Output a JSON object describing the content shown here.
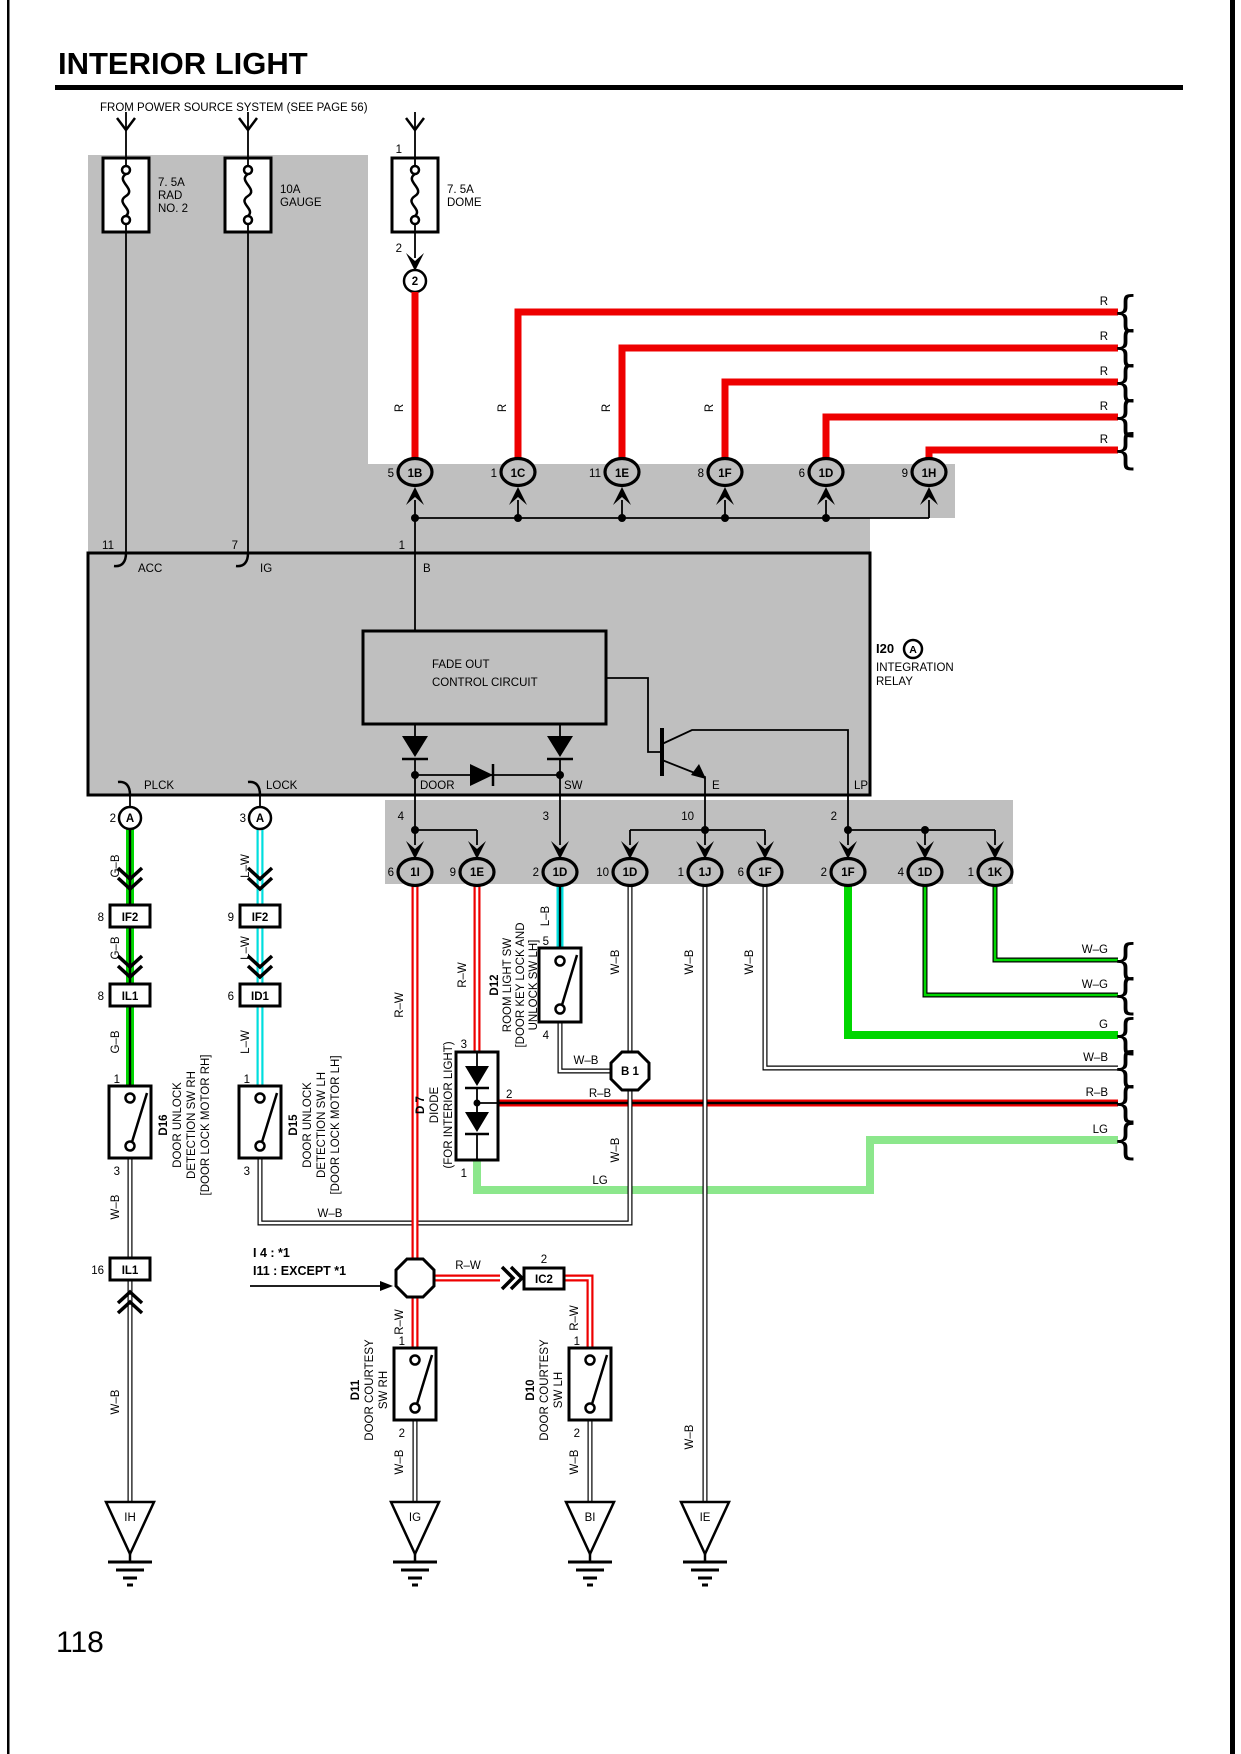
{
  "page": {
    "title": "INTERIOR LIGHT",
    "number": "118",
    "source_note": "FROM POWER SOURCE SYSTEM (SEE PAGE 56)"
  },
  "colors": {
    "red": "#ee0000",
    "green": "#00d600",
    "light_green": "#8ce78c",
    "cyan": "#00dede",
    "gray": "#bfbfbf"
  },
  "w": {
    "r": "R",
    "rw": "R–W",
    "rb": "R–B",
    "gb": "G–B",
    "lw": "L–W",
    "lb": "L–B",
    "wb": "W–B",
    "wg": "W–G",
    "g": "G",
    "lg": "LG"
  },
  "fuses": {
    "rad": {
      "amp": "7. 5A",
      "line1": "RAD",
      "line2": "NO. 2"
    },
    "gauge": {
      "amp": "10A",
      "line1": "GAUGE"
    },
    "dome": {
      "amp": "7. 5A",
      "line1": "DOME",
      "pin_top": "1",
      "pin_bottom": "2",
      "splice": "2"
    }
  },
  "row1": [
    {
      "pin": "5",
      "id": "1B"
    },
    {
      "pin": "1",
      "id": "1C"
    },
    {
      "pin": "11",
      "id": "1E"
    },
    {
      "pin": "8",
      "id": "1F"
    },
    {
      "pin": "6",
      "id": "1D"
    },
    {
      "pin": "9",
      "id": "1H"
    }
  ],
  "relay": {
    "id": "I20",
    "badge": "A",
    "name1": "INTEGRATION",
    "name2": "RELAY",
    "fade1": "FADE OUT",
    "fade2": "CONTROL CIRCUIT",
    "acc": "ACC",
    "ig": "IG",
    "b": "B",
    "plck": "PLCK",
    "lock": "LOCK",
    "door": "DOOR",
    "sw": "SW",
    "e": "E",
    "lp": "LP",
    "pin_acc": "11",
    "pin_ig": "7",
    "pin_b": "1",
    "pin_plck": "2",
    "pin_lock": "3",
    "pin_door": "4",
    "pin_sw": "3",
    "pin_e": "10",
    "pin_lp": "2"
  },
  "row2": [
    {
      "pin": "6",
      "id": "1I"
    },
    {
      "pin": "9",
      "id": "1E"
    },
    {
      "pin": "2",
      "id": "1D"
    },
    {
      "pin": "10",
      "id": "1D"
    },
    {
      "pin": "1",
      "id": "1J"
    },
    {
      "pin": "6",
      "id": "1F"
    },
    {
      "pin": "2",
      "id": "1F"
    },
    {
      "pin": "4",
      "id": "1D"
    },
    {
      "pin": "1",
      "id": "1K"
    }
  ],
  "splices": {
    "a_rh": "A",
    "a_lh": "A",
    "b1": "B 1"
  },
  "inline": {
    "if2_rh": {
      "pin": "8",
      "id": "IF2"
    },
    "il1_rh": {
      "pin": "8",
      "id": "IL1"
    },
    "if2_lh": {
      "pin": "9",
      "id": "IF2"
    },
    "id1_lh": {
      "pin": "6",
      "id": "ID1"
    },
    "il1_rh2": {
      "pin": "16",
      "id": "IL1"
    },
    "ic2": {
      "pin": "2",
      "id": "IC2"
    }
  },
  "components": {
    "d16": {
      "id": "D16",
      "line1": "DOOR UNLOCK",
      "line2": "DETECTION SW RH",
      "line3": "[DOOR LOCK MOTOR RH]",
      "pin_top": "1",
      "pin_bottom": "3"
    },
    "d15": {
      "id": "D15",
      "line1": "DOOR UNLOCK",
      "line2": "DETECTION SW LH",
      "line3": "[DOOR LOCK MOTOR LH]",
      "pin_top": "1",
      "pin_bottom": "3"
    },
    "d12": {
      "id": "D12",
      "line1": "ROOM LIGHT SW",
      "line2": "[DOOR KEY LOCK AND",
      "line3": "UNLOCK SW LH]",
      "pin_top": "5",
      "pin_bottom": "4"
    },
    "d7": {
      "id": "D 7",
      "line1": "DIODE",
      "line2": "(FOR INTERIOR LIGHT)",
      "pin_top": "3",
      "pin_right": "2",
      "pin_bottom": "1"
    },
    "d11": {
      "id": "D11",
      "line1": "DOOR COURTESY",
      "line2": "SW RH",
      "pin_top": "1",
      "pin_bottom": "2"
    },
    "d10": {
      "id": "D10",
      "line1": "DOOR COURTESY",
      "line2": "SW LH",
      "pin_top": "1",
      "pin_bottom": "2"
    }
  },
  "note": {
    "line1": "I 4 : *1",
    "line2": "I11 : EXCEPT *1"
  },
  "grounds": {
    "ih": "IH",
    "ig": "IG",
    "bi": "BI",
    "ie": "IE"
  }
}
